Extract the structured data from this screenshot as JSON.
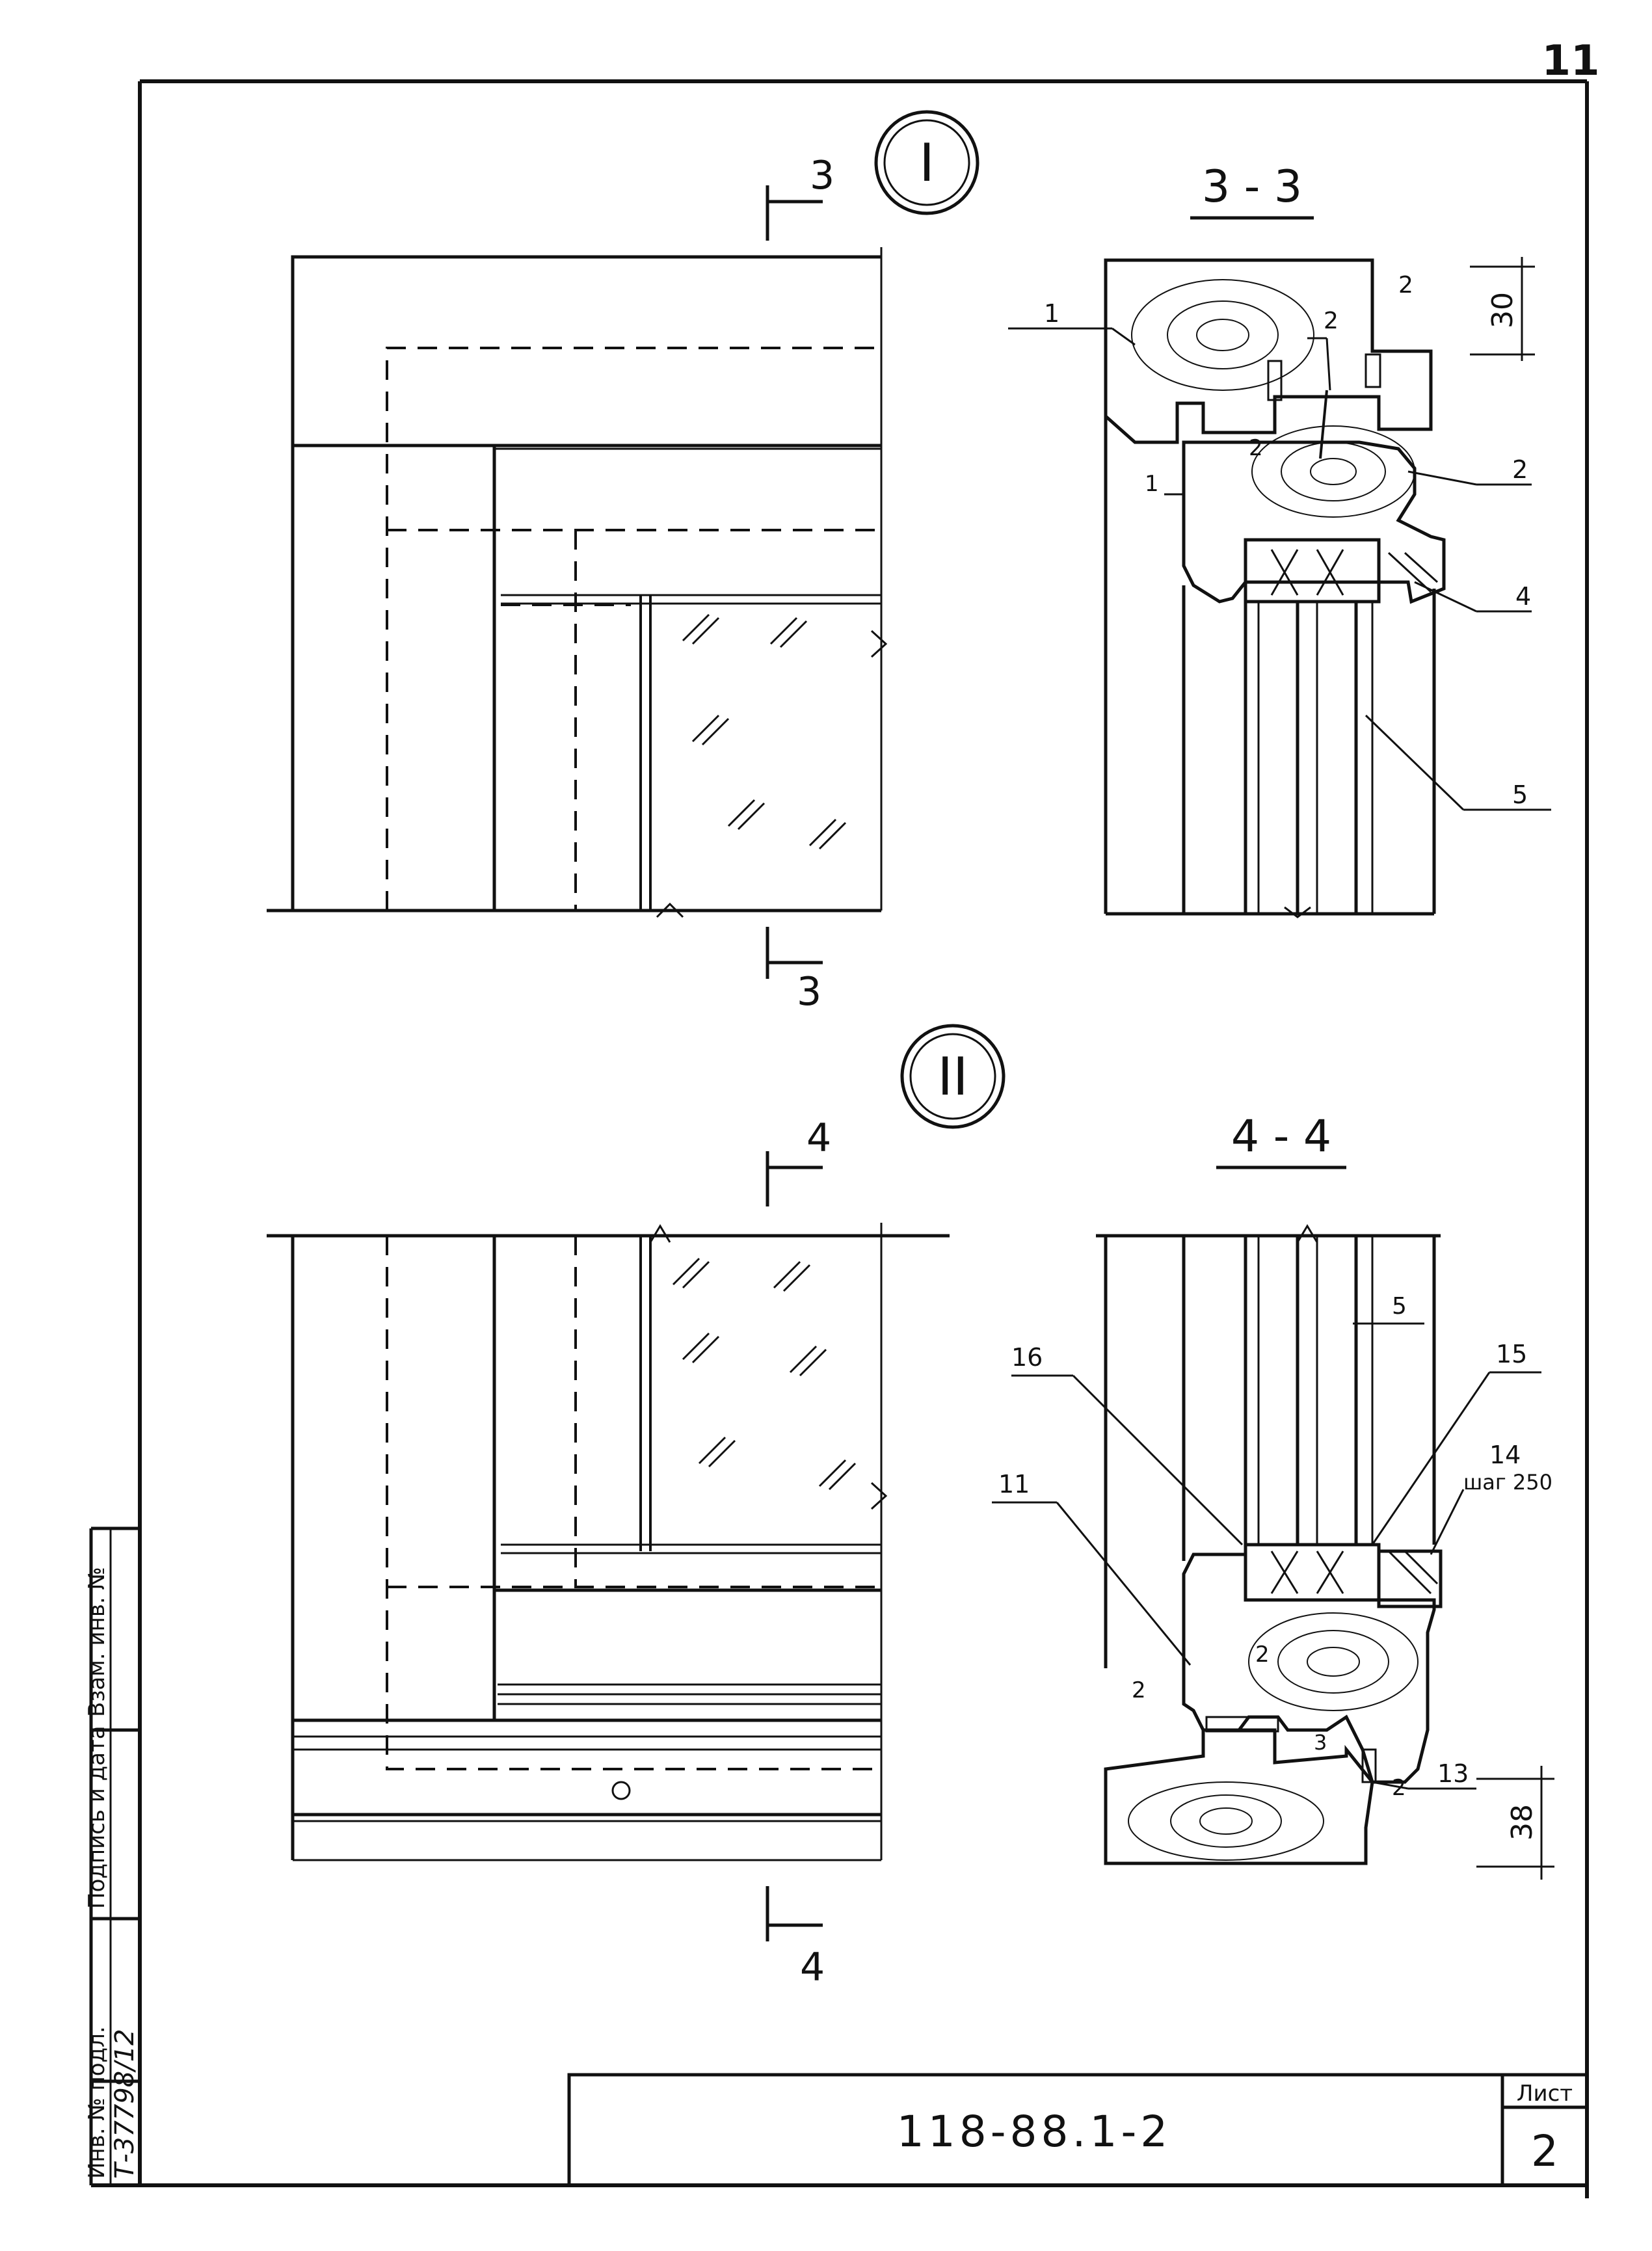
{
  "sheet": {
    "page_number": "11",
    "code": "118-88.1-2",
    "list_label": "Лист",
    "list_number": "2"
  },
  "side_stamp": {
    "inv_original": "Инв. № подл.",
    "signature_date": "Подпись и дата",
    "inv_replacement": "Взам. инв. №",
    "inv_value": "Т-37798/12"
  },
  "details": [
    {
      "roman": "I",
      "section_mark": "3",
      "section_title": "3 - 3",
      "callouts": [
        "1",
        "2",
        "4",
        "5"
      ],
      "dims": {
        "gap_top": "2",
        "height": "30",
        "gap_leaf": "2",
        "gap_mid": "2",
        "gap_left": "1"
      }
    },
    {
      "roman": "II",
      "section_mark": "4",
      "section_title": "4 - 4",
      "callouts": [
        "16",
        "15",
        "14",
        "11",
        "13"
      ],
      "callout_14_note": "шаг 250",
      "dims": {
        "glass_gap": "5",
        "gap_a": "2",
        "gap_b": "2",
        "gap_c": "3",
        "gap_d": "2",
        "height": "38"
      }
    }
  ],
  "colors": {
    "ink": "#111111",
    "paper": "#ffffff"
  }
}
